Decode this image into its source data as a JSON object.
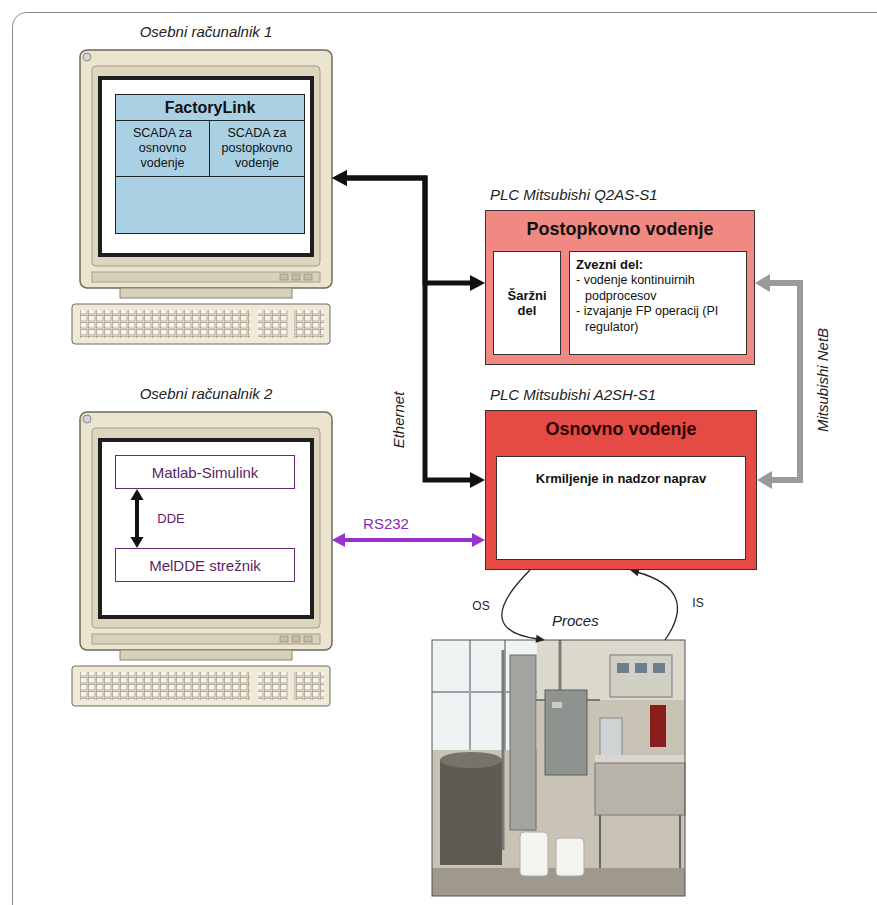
{
  "diagram": {
    "nodes": [
      {
        "text": [
          "Osebni računalnik 1"
        ]
      },
      {
        "text": [
          "FactoryLink"
        ],
        "in": 0
      },
      {
        "text": [
          "SCADA za osnovno vodenje"
        ],
        "in": 1
      },
      {
        "text": [
          "SCADA za postopkovno vodenje"
        ],
        "in": 1
      },
      {
        "text": [
          "PLC Mitsubishi Q2AS-S1",
          "Postopkovno vodenje"
        ]
      },
      {
        "text": [
          "Šaržni del"
        ],
        "in": 4
      },
      {
        "text": [
          "Zvezni del:",
          "- vodenje kontinuirnih podprocesov",
          "- izvajanje FP operacij (PI regulator)"
        ],
        "in": 4
      },
      {
        "text": [
          "PLC Mitsubishi A2SH-S1",
          "Osnovno vodenje"
        ]
      },
      {
        "text": [
          "Krmiljenje in nadzor naprav"
        ],
        "in": 7
      },
      {
        "text": [
          "Osebni računalnik 2"
        ]
      },
      {
        "text": [
          "Matlab-Simulink"
        ],
        "in": 9
      },
      {
        "text": [
          "MelDDE strežnik"
        ],
        "in": 9
      },
      {
        "text": [
          "Proces"
        ]
      }
    ],
    "edges": [
      {
        "from": 0,
        "to": 4,
        "arrow": "both"
      },
      {
        "from": 0,
        "to": 7,
        "label": "Ethernet",
        "arrow": "both"
      },
      {
        "from": 4,
        "to": 7,
        "label": "Mitsubishi NetB",
        "arrow": "both"
      },
      {
        "from": 9,
        "to": 7,
        "label": "RS232",
        "arrow": "both"
      },
      {
        "from": 10,
        "to": 11,
        "label": "DDE",
        "arrow": "both"
      },
      {
        "from": 7,
        "to": 12,
        "label": "OS",
        "arrow": "to"
      },
      {
        "from": 12,
        "to": 7,
        "label": "IS",
        "arrow": "to"
      }
    ]
  }
}
